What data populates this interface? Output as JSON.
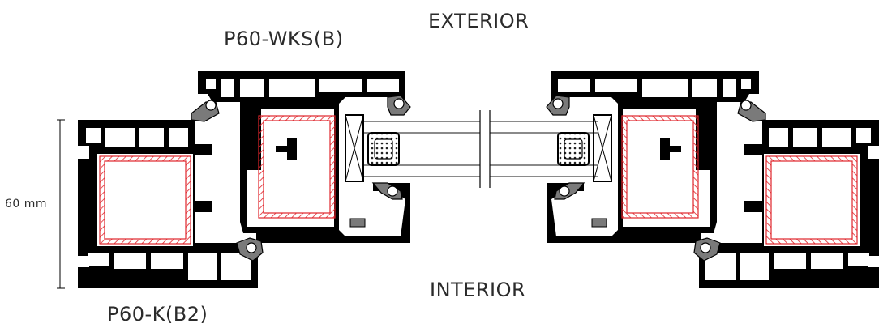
{
  "labels": {
    "exterior": "EXTERIOR",
    "interior": "INTERIOR",
    "sash_profile": "P60-WKS(B)",
    "frame_profile": "P60-K(B2)",
    "depth_dimension": "60 mm"
  },
  "colors": {
    "profile_fill": "#000000",
    "background": "#ffffff",
    "reinforcement": "#e0242b",
    "gasket": "#7a7a7a",
    "glass_lines": "#444444"
  }
}
